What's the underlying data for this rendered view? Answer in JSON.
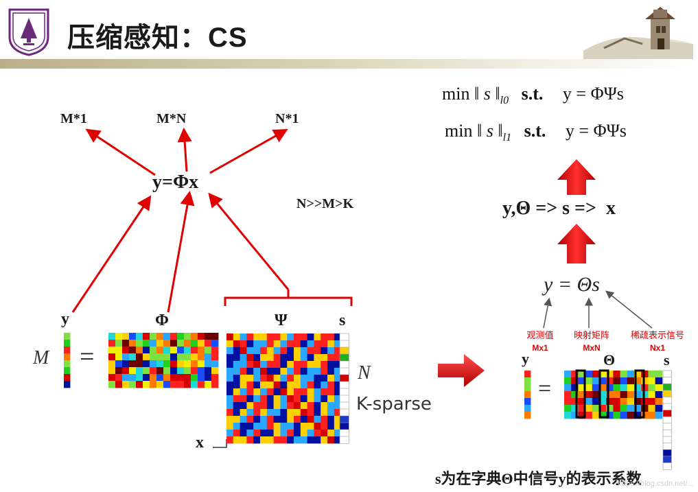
{
  "slide": {
    "title": "压缩感知：CS",
    "logo_icon": "university-seal-icon",
    "header_image_icon": "ancient-tower-icon",
    "watermark": "https://blog.csdn.net/..."
  },
  "left_diagram": {
    "top_labels": [
      "M*1",
      "M*N",
      "N*1"
    ],
    "center_equation": "y=Φx",
    "relation": "N>>M>K",
    "matrix_labels": {
      "y": "y",
      "phi": "Φ",
      "psi": "Ψ",
      "s": "s",
      "x": "x"
    },
    "side_labels": {
      "m": "M",
      "n": "N",
      "k_sparse": "K-sparse"
    }
  },
  "right_diagram": {
    "formula1": {
      "min": "min",
      "norm": "‖ s ‖",
      "sub": "l0",
      "st": "s.t.",
      "constraint": "y = ΦΨs"
    },
    "formula2": {
      "min": "min",
      "norm": "‖ s ‖",
      "sub": "l1",
      "st": "s.t.",
      "constraint": "y = ΦΨs"
    },
    "chain": "y,Θ => s =>  x",
    "theta_equation": "y = Θs",
    "annotations": [
      {
        "cn": "观测值",
        "dim": "Mx1"
      },
      {
        "cn": "映射矩阵",
        "dim": "MxN"
      },
      {
        "cn": "稀疏表示信号",
        "dim": "Nx1"
      }
    ],
    "matrix_labels": {
      "y": "y",
      "theta": "Θ",
      "s": "s"
    },
    "footer": "s为在字典Θ中信号y的表示系数"
  },
  "colors": {
    "arrow_red": "#e00000",
    "band_left": "#b9b08a",
    "text": "#1a1a1a"
  }
}
